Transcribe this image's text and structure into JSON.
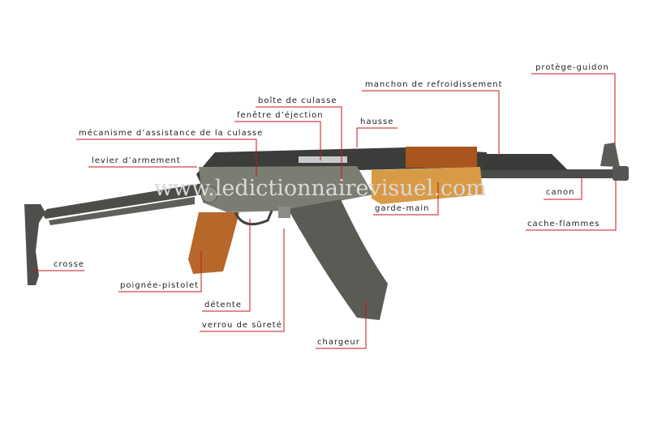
{
  "watermark": "www.ledictionnairevisuel.com",
  "colors": {
    "leader": "#c8141e",
    "wood": "#c0742f",
    "metal": "#6a6e66",
    "dark": "#333333"
  },
  "labels": {
    "protege_guidon": "protège-guidon",
    "manchon": "manchon de refroidissement",
    "boite": "boîte de culasse",
    "fenetre": "fenêtre d’éjection",
    "hausse": "hausse",
    "mecanisme": "mécanisme d’assistance de la culasse",
    "levier": "levier d’armement",
    "canon": "canon",
    "garde_main": "garde-main",
    "cache_flammes": "cache-flammes",
    "crosse": "crosse",
    "poignee": "poignée-pistolet",
    "detente": "détente",
    "verrou": "verrou de sûreté",
    "chargeur": "chargeur"
  }
}
